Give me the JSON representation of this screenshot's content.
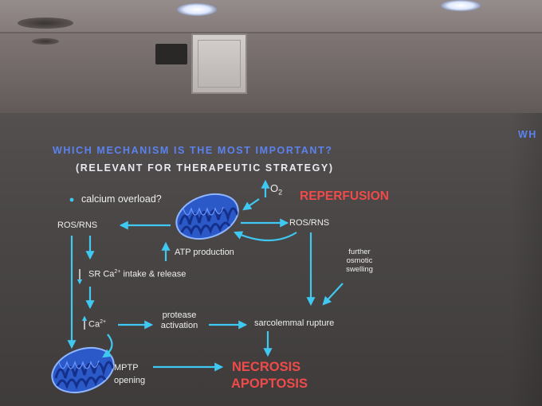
{
  "slide": {
    "title_line1": "WHICH MECHANISM IS THE MOST IMPORTANT?",
    "title_line2": "(RELEVANT FOR THERAPEUTIC STRATEGY)",
    "edge_title_fragment": "WH",
    "bullet": "calcium overload?",
    "oxygen": "O",
    "oxygen_sub": "2",
    "reperfusion": "REPERFUSION",
    "ros_left": "ROS/RNS",
    "ros_right": "ROS/RNS",
    "atp": "ATP production",
    "sr_ca_prefix": "SR Ca",
    "sr_ca_sup": "2+",
    "sr_ca_suffix": " intake & release",
    "osmotic_1": "further",
    "osmotic_2": "osmotic",
    "osmotic_3": "swelling",
    "ca": "Ca",
    "ca_sup": "2+",
    "protease_1": "protease",
    "protease_2": "activation",
    "sarcolemmal": "sarcolemmal rupture",
    "mptp_1": "MPTP",
    "mptp_2": "opening",
    "necrosis": "NECROSIS",
    "apoptosis": "APOPTOSIS"
  },
  "colors": {
    "arrow": "#3fc9f2",
    "title": "#5b82ee",
    "red": "#f04a4a",
    "mitochondrion": "#2b59c8"
  }
}
